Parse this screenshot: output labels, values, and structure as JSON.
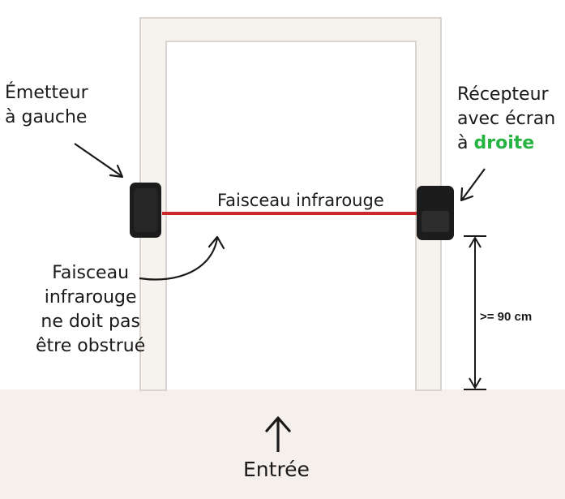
{
  "labels": {
    "emitter_line1": "Émetteur",
    "emitter_line2": "à gauche",
    "receiver_line1": "Récepteur",
    "receiver_line2": "avec écran",
    "receiver_line3_prefix": "à",
    "receiver_line3_highlight": "droite",
    "beam": "Faisceau infrarouge",
    "obstruct_line1": "Faisceau",
    "obstruct_line2": "infrarouge",
    "obstruct_line3": "ne doit pas",
    "obstruct_line4": "être obstrué",
    "height": ">= 90 cm",
    "entry": "Entrée"
  },
  "colors": {
    "beam": "#cc2a2a",
    "highlight": "#27b341",
    "frame_fill": "#f6f2ee",
    "frame_stroke": "#d9d4cf",
    "floor": "#f6f0ec",
    "device": "#1c1c1c"
  },
  "icons": {
    "entry_arrow": "arrow-up-icon"
  }
}
